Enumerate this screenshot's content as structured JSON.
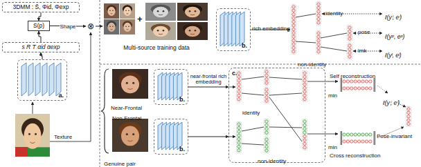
{
  "diagram": {
    "nodes": [
      {
        "text": [
          "3DMM : S̄, Φid, Φexp"
        ]
      },
      {
        "text": [
          "S(p)"
        ]
      },
      {
        "text": [
          "⊗"
        ]
      },
      {
        "text": [
          "s R T αid αexp"
        ]
      },
      {
        "text": [
          "a."
        ]
      },
      {
        "text": [
          "Multi-source training data"
        ]
      },
      {
        "text": [
          "b."
        ]
      },
      {
        "text": [
          "b."
        ]
      },
      {
        "text": [
          "b."
        ]
      },
      {
        "text": [
          "c."
        ]
      }
    ],
    "edges": [
      {
        "from": 0,
        "to": 1,
        "arrow": "to"
      },
      {
        "from": 3,
        "to": 1,
        "arrow": "to"
      },
      {
        "from": 4,
        "to": 3,
        "arrow": "to"
      },
      {
        "from": 1,
        "to": 2,
        "label": "Shape",
        "arrow": "to"
      },
      {
        "from": 2,
        "to": 5,
        "arrow": "to"
      },
      {
        "from": 7,
        "to": 9,
        "label": "near-frontal rich embedding",
        "arrow": "to"
      },
      {
        "from": 8,
        "to": 9,
        "arrow": "to"
      }
    ],
    "labels": [
      "Texture",
      "rich embedding",
      "identity",
      "ℓ(yⁱ, eⁱ)",
      "non-identity",
      "pose",
      "ℓ(yᵖ, eᵖ)",
      "lmk",
      "ℓ(yˡ, eˡ)",
      "+",
      "Near-Frontal",
      "Non-Frontal",
      "Genuine pair",
      "identity",
      "non-identity",
      "Self reconstruction",
      "min",
      "ℓ(yⁱ, eⁱ)",
      "min",
      "Pose-invariant",
      "Cross reconstruction"
    ]
  }
}
